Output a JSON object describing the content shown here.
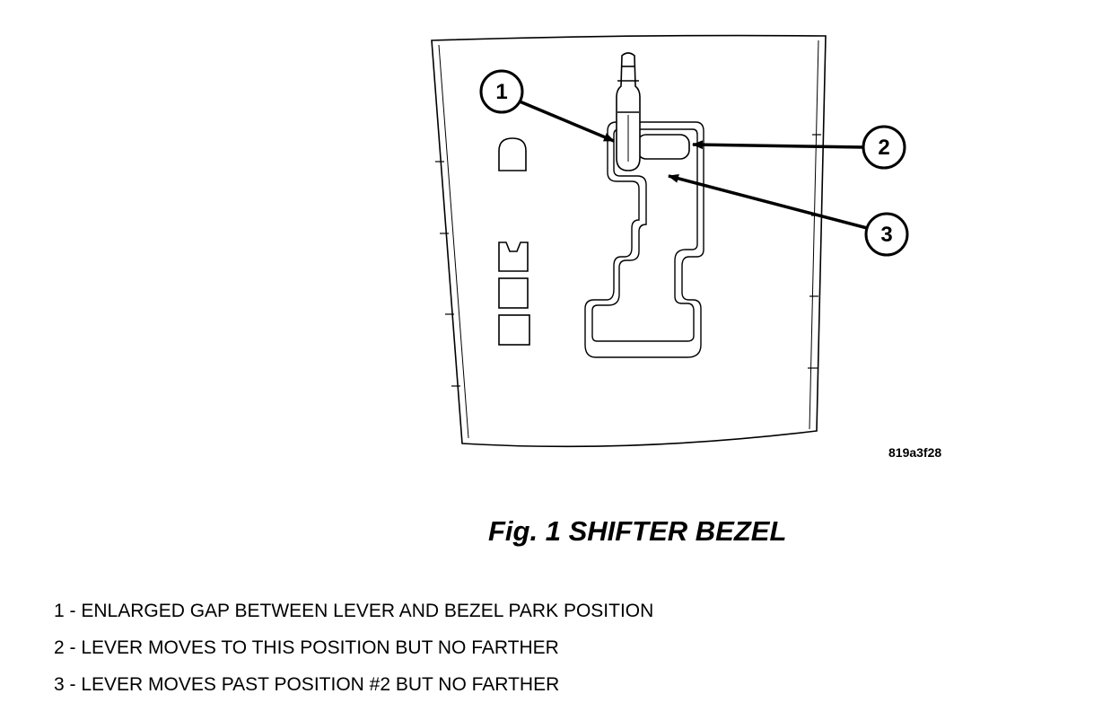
{
  "figure": {
    "drawing_id": "819a3f28",
    "caption": "Fig. 1 SHIFTER BEZEL",
    "callouts": [
      {
        "number": "1"
      },
      {
        "number": "2"
      },
      {
        "number": "3"
      }
    ]
  },
  "legend": [
    {
      "text": "1 - ENLARGED GAP BETWEEN LEVER AND BEZEL PARK POSITION"
    },
    {
      "text": "2 - LEVER MOVES TO THIS POSITION BUT NO FARTHER"
    },
    {
      "text": "3 - LEVER MOVES PAST POSITION #2 BUT NO FARTHER"
    }
  ],
  "colors": {
    "line": "#000000",
    "background": "#ffffff"
  },
  "icons": [
    "lever-knob-icon",
    "arrow-icon"
  ]
}
